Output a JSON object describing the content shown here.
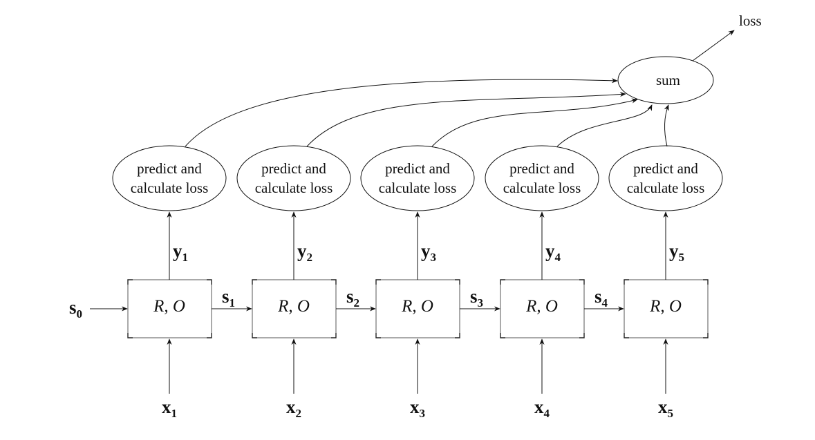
{
  "sum_label": "sum",
  "loss_label": "loss",
  "initial_state": {
    "base": "s",
    "sub": "0"
  },
  "cells": [
    {
      "rnn": "R, O",
      "predict_line1": "predict and",
      "predict_line2": "calculate loss",
      "x": {
        "base": "x",
        "sub": "1"
      },
      "y": {
        "base": "y",
        "sub": "1"
      },
      "s": {
        "base": "s",
        "sub": "1"
      }
    },
    {
      "rnn": "R, O",
      "predict_line1": "predict and",
      "predict_line2": "calculate loss",
      "x": {
        "base": "x",
        "sub": "2"
      },
      "y": {
        "base": "y",
        "sub": "2"
      },
      "s": {
        "base": "s",
        "sub": "2"
      }
    },
    {
      "rnn": "R, O",
      "predict_line1": "predict and",
      "predict_line2": "calculate loss",
      "x": {
        "base": "x",
        "sub": "3"
      },
      "y": {
        "base": "y",
        "sub": "3"
      },
      "s": {
        "base": "s",
        "sub": "3"
      }
    },
    {
      "rnn": "R, O",
      "predict_line1": "predict and",
      "predict_line2": "calculate loss",
      "x": {
        "base": "x",
        "sub": "4"
      },
      "y": {
        "base": "y",
        "sub": "4"
      },
      "s": {
        "base": "s",
        "sub": "4"
      }
    },
    {
      "rnn": "R, O",
      "predict_line1": "predict and",
      "predict_line2": "calculate loss",
      "x": {
        "base": "x",
        "sub": "5"
      },
      "y": {
        "base": "y",
        "sub": "5"
      }
    }
  ]
}
